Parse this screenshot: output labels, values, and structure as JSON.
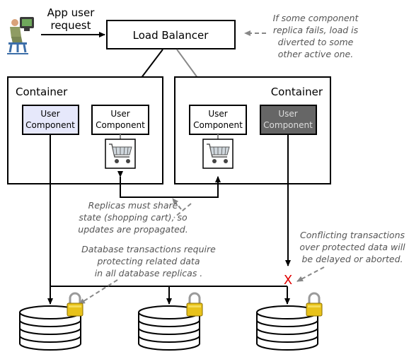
{
  "request": {
    "line1": "App user",
    "line2": "request"
  },
  "load_balancer": {
    "label": "Load Balancer"
  },
  "containers": {
    "left": {
      "title": "Container"
    },
    "right": {
      "title": "Container"
    }
  },
  "components": {
    "label_line1": "User",
    "label_line2": "Component",
    "colors": {
      "highlight": "#e6e8fb",
      "normal": "#ffffff",
      "failed": "#666666"
    }
  },
  "notes": {
    "failover": [
      "If some component",
      "replica fails, load is",
      "diverted to some",
      "other active one."
    ],
    "shared_state": [
      "Replicas must share",
      "state (shopping cart), so",
      "updates are propagated."
    ],
    "db_transactions": [
      "Database transactions require",
      "protecting related data",
      "in all database replicas ."
    ],
    "conflicts": [
      "Conflicting transactions",
      "over protected data will",
      "be delayed or aborted."
    ]
  },
  "conflict_marker": "X",
  "icons": [
    "user-at-computer-icon",
    "shopping-cart-icon",
    "padlock-icon",
    "database-icon"
  ]
}
